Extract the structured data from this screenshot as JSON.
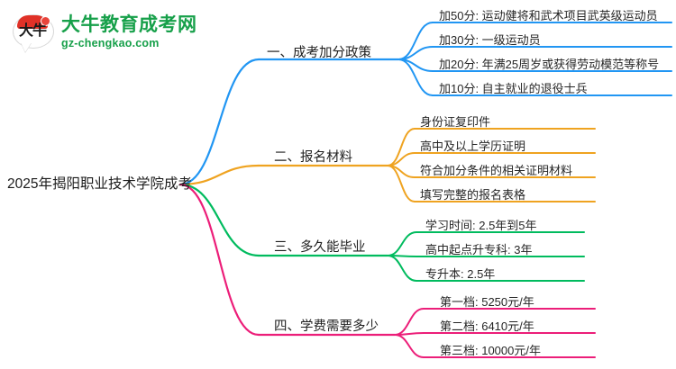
{
  "logo": {
    "mark_text": "大牛",
    "mark_icon": "speech-bubble-logo-icon",
    "title": "大牛教育成考网",
    "subtitle": "gz-chengkao.com",
    "color": "#17a04a"
  },
  "mindmap": {
    "root": {
      "label": "2025年揭阳职业技术学院成考"
    },
    "branches": [
      {
        "label": "一、成考加分政策",
        "color": "#2196f3",
        "children": [
          {
            "label": "加50分: 运动健将和武术项目武英级运动员"
          },
          {
            "label": "加30分: 一级运动员"
          },
          {
            "label": "加20分: 年满25周岁或获得劳动模范等称号"
          },
          {
            "label": "加10分: 自主就业的退役士兵"
          }
        ]
      },
      {
        "label": "二、报名材料",
        "color": "#efa320",
        "children": [
          {
            "label": "身份证复印件"
          },
          {
            "label": "高中及以上学历证明"
          },
          {
            "label": "符合加分条件的相关证明材料"
          },
          {
            "label": "填写完整的报名表格"
          }
        ]
      },
      {
        "label": "三、多久能毕业",
        "color": "#00bb5e",
        "children": [
          {
            "label": "学习时间: 2.5年到5年"
          },
          {
            "label": "高中起点升专科: 3年"
          },
          {
            "label": "专升本: 2.5年"
          }
        ]
      },
      {
        "label": "四、学费需要多少",
        "color": "#ec1e79",
        "children": [
          {
            "label": "第一档: 5250元/年"
          },
          {
            "label": "第二档: 6410元/年"
          },
          {
            "label": "第三档: 10000元/年"
          }
        ]
      }
    ]
  }
}
